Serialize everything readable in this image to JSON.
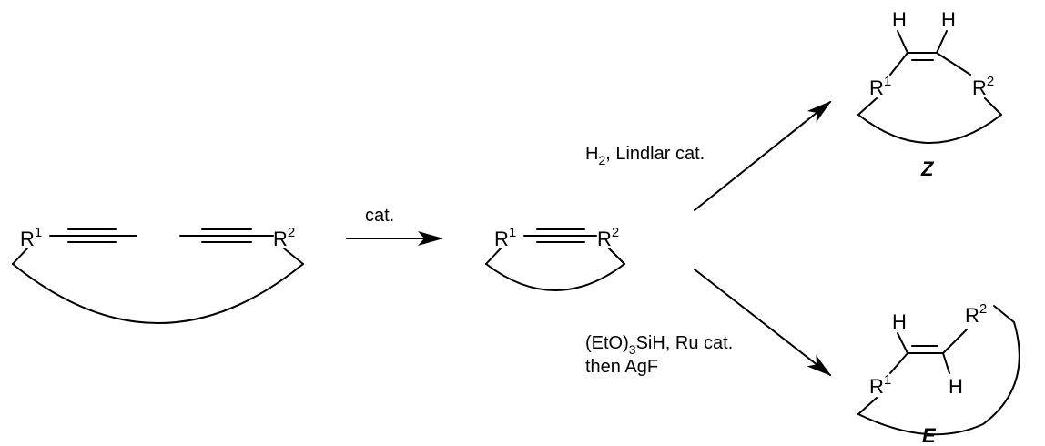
{
  "atoms": {
    "h": "H",
    "r": "R",
    "sup_1": "1",
    "sup_2": "2"
  },
  "conditions": {
    "cat": "cat.",
    "lindlar_h": "H",
    "lindlar_sub": "2",
    "lindlar_rest": ", Lindlar cat.",
    "hydrosilylation_prefix": "(EtO)",
    "hydrosilylation_sub": "3",
    "hydrosilylation_rest": "SiH, Ru cat.",
    "then": "then AgF"
  },
  "labels": {
    "z": "Z",
    "e": "E"
  }
}
